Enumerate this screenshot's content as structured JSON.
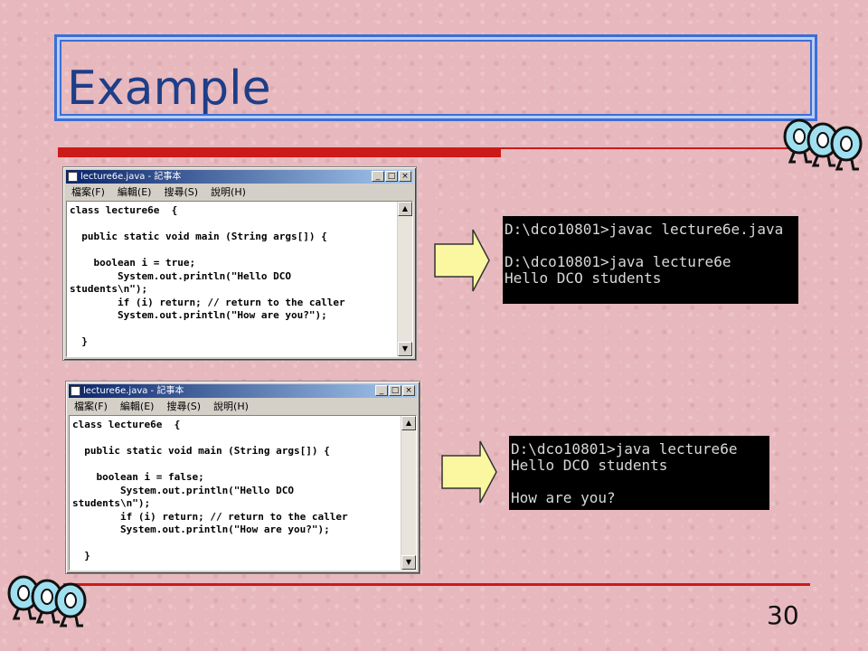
{
  "slide": {
    "title": "Example",
    "page_number": "30"
  },
  "notepad_top": {
    "window_title": "lecture6e.java - 記事本",
    "menu": [
      "檔案(F)",
      "編輯(E)",
      "搜尋(S)",
      "說明(H)"
    ],
    "code_lines": [
      "class lecture6e  {",
      "",
      "  public static void main (String args[]) {",
      "",
      "    boolean i = true;",
      "        System.out.println(\"Hello DCO",
      "students\\n\");",
      "        if (i) return; // return to the caller",
      "        System.out.println(\"How are you?\");",
      "",
      "  }"
    ]
  },
  "notepad_bottom": {
    "window_title": "lecture6e.java - 記事本",
    "menu": [
      "檔案(F)",
      "編輯(E)",
      "搜尋(S)",
      "說明(H)"
    ],
    "code_lines": [
      "class lecture6e  {",
      "",
      "  public static void main (String args[]) {",
      "",
      "    boolean i = false;",
      "        System.out.println(\"Hello DCO",
      "students\\n\");",
      "        if (i) return; // return to the caller",
      "        System.out.println(\"How are you?\");",
      "",
      "  }"
    ]
  },
  "console_top": {
    "lines": [
      "D:\\dco10801>javac lecture6e.java",
      "",
      "D:\\dco10801>java lecture6e",
      "Hello DCO students"
    ]
  },
  "console_bottom": {
    "lines": [
      "D:\\dco10801>java lecture6e",
      "Hello DCO students",
      "",
      "How are you?"
    ]
  },
  "colors": {
    "background": "#e7b8bd",
    "title_text": "#1d3e88",
    "title_border": "#3b6fd6",
    "rule": "#cc1a1a",
    "arrow_fill": "#fbf7a0",
    "console_bg": "#000000",
    "console_text": "#d8d8d8"
  }
}
